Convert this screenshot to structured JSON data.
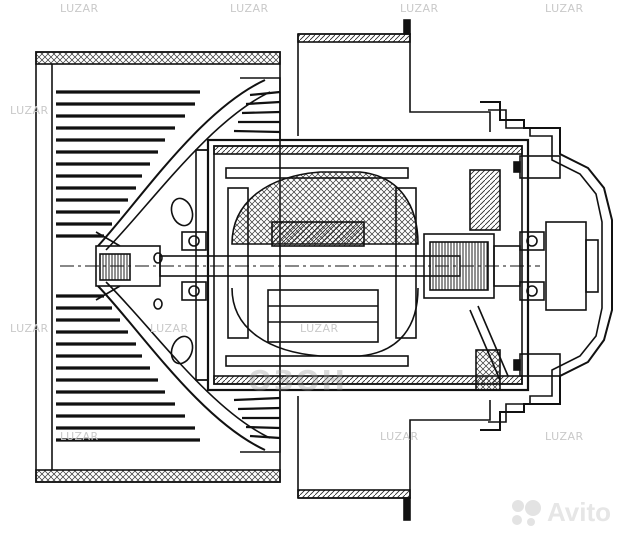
{
  "watermark": {
    "text": "LUZAR",
    "overlay_text": "ОЗОН"
  },
  "avito_badge": {
    "text": "Avito",
    "color": "#e0e0e0"
  },
  "drawing": {
    "subject": "blower-motor-assembly-cross-section",
    "line_color": "#111111",
    "hatch_color": "#333333"
  }
}
